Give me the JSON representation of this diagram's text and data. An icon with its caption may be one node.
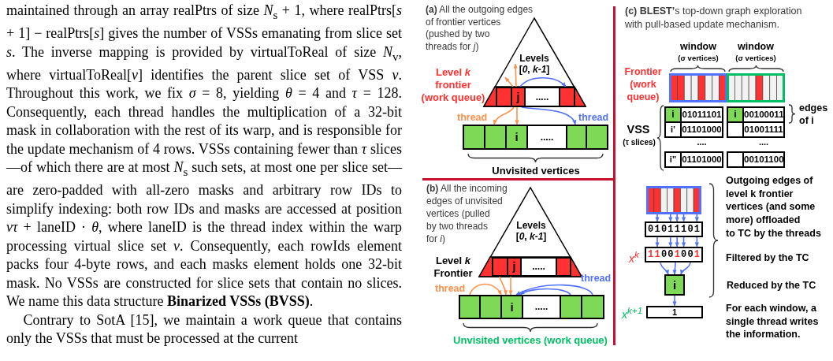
{
  "diagram": {
    "nodes": [
      {
        "text": [
          "Levels [*0*, *k-1*]"
        ]
      },
      {
        "text": [
          "Level *k* frontier (work queue)"
        ],
        "in": 0
      },
      {
        "text": [],
        "shape": "box",
        "in": 1
      },
      {
        "text": [
          "j"
        ],
        "in": 1
      },
      {
        "text": [
          "....."
        ],
        "in": 1
      },
      {
        "text": [],
        "shape": "box",
        "in": 1
      },
      {
        "text": [
          "Unvisited vertices"
        ]
      },
      {
        "text": [],
        "shape": "box",
        "in": 6
      },
      {
        "text": [],
        "shape": "box",
        "in": 6
      },
      {
        "text": [
          "i"
        ],
        "in": 6
      },
      {
        "text": [
          "....."
        ],
        "in": 6
      },
      {
        "text": [],
        "shape": "box",
        "in": 6
      },
      {
        "text": [],
        "shape": "box",
        "in": 6
      },
      {
        "text": [
          "Levels [*0*, *k-1*]"
        ]
      },
      {
        "text": [
          "Level *k* Frontier"
        ],
        "in": 13
      },
      {
        "text": [],
        "shape": "box",
        "in": 14
      },
      {
        "text": [
          "j"
        ],
        "in": 14
      },
      {
        "text": [
          "....."
        ],
        "in": 14
      },
      {
        "text": [],
        "shape": "box",
        "in": 14
      },
      {
        "text": [
          "Unvisited vertices (work queue)"
        ]
      },
      {
        "text": [],
        "shape": "box",
        "in": 19
      },
      {
        "text": [],
        "shape": "box",
        "in": 19
      },
      {
        "text": [
          "i"
        ],
        "in": 19
      },
      {
        "text": [
          "....."
        ],
        "in": 19
      },
      {
        "text": [],
        "shape": "box",
        "in": 19
      },
      {
        "text": [],
        "shape": "box",
        "in": 19
      },
      {
        "text": [
          "window",
          "(σ vertices)"
        ]
      },
      {
        "text": [
          "window",
          "(σ vertices)"
        ]
      },
      {
        "text": [],
        "shape": "box"
      },
      {
        "text": [
          "01011101"
        ]
      },
      {
        "text": [
          "11001001"
        ],
        "beside": [
          "x$^{k}$"
        ]
      },
      {
        "text": [
          "i"
        ]
      },
      {
        "text": [
          "1"
        ],
        "beside": [
          "x$^{k+1}$"
        ]
      }
    ],
    "edges": [
      {
        "from": 3,
        "to": 0,
        "arrow": "to",
        "color": "#ff914d"
      },
      {
        "from": 3,
        "to": 0,
        "arrow": "to",
        "color": "#ff914d"
      },
      {
        "from": 3,
        "to": 5,
        "arrow": "to"
      },
      {
        "from": 3,
        "to": 8,
        "arrow": "to",
        "color": "#ff914d",
        "label": "thread"
      },
      {
        "from": 3,
        "to": 9,
        "arrow": "to",
        "color": "#ff914d"
      },
      {
        "from": 3,
        "to": 11,
        "arrow": "to",
        "label": "thread"
      },
      {
        "from": 20,
        "to": 22,
        "arrow": "to",
        "color": "#ff914d",
        "label": "thread"
      },
      {
        "from": 15,
        "to": 22,
        "arrow": "to",
        "color": "#ff914d"
      },
      {
        "from": 16,
        "to": 22,
        "arrow": "to",
        "color": "#ff914d"
      },
      {
        "from": 24,
        "to": 22,
        "arrow": "to"
      },
      {
        "from": 25,
        "to": 22,
        "arrow": "to",
        "label": "thread"
      },
      {
        "from": 28,
        "to": 29,
        "arrow": "to"
      },
      {
        "from": 28,
        "to": 29,
        "arrow": "to"
      },
      {
        "from": 28,
        "to": 29,
        "arrow": "to"
      },
      {
        "from": 28,
        "to": 29,
        "arrow": "to"
      },
      {
        "from": 28,
        "to": 29,
        "arrow": "to"
      },
      {
        "from": 29,
        "to": 30,
        "arrow": "to"
      },
      {
        "from": 29,
        "to": 30,
        "arrow": "to"
      },
      {
        "from": 29,
        "to": 30,
        "arrow": "to"
      },
      {
        "from": 29,
        "to": 30,
        "arrow": "to"
      },
      {
        "from": 29,
        "to": 30,
        "arrow": "to"
      },
      {
        "from": 30,
        "to": 31,
        "arrow": "to"
      },
      {
        "from": 30,
        "to": 31,
        "arrow": "to"
      },
      {
        "from": 30,
        "to": 31,
        "arrow": "to"
      },
      {
        "from": 31,
        "to": 32,
        "arrow": "to"
      }
    ],
    "labels": [
      "maintained through an array realPtrs of size *N*$_{s}$ + 1, where realPtrs[*s* + 1] − realPtrs[*s*] gives the number of VSSs emanating from slice set *s*. The inverse mapping is provided by virtualToReal of size *N*$_{v}$, where virtualToReal[*v*] identifies the parent slice set of VSS *v*. Throughout this work, we fix *σ* = 8, yielding *θ* = 4 and *τ* = 128. Consequently, each thread handles the multiplication of a 32-bit mask in collaboration with the rest of its warp, and is responsible for the update mechanism of 4 rows. VSSs containing fewer than *τ* slices—of which there are at most *N*$_{s}$ such sets, at most one per slice set—are zero-padded with all-zero masks and arbitrary row IDs to simplify indexing: both row IDs and masks are accessed at position *vτ* + laneID · *θ*, where laneID is the thread index within the warp processing virtual slice set *v*. Consequently, each rowIds element packs four 4-byte rows, and each masks element holds one 32-bit mask. No VSSs are constructed for slice sets that contain no slices. We name this data structure **Binarized VSSs (BVSS)**.",
      "Contrary to SotA [15], we maintain a work queue that contains only the VSSs that must be processed at the current",
      "**(a)** All the outgoing edges of frontier vertices (pushed by two threads for *j*)",
      "**(b)** All the incoming edges of unvisited vertices (pulled by two threads for *i*)",
      "**(c) BLEST’**s top-down graph exploration with pull-based update mechanism.",
      "Frontier (work queue)",
      "VSS",
      "(τ slices)",
      "i",
      "01011101",
      "i",
      "00100011",
      "edges of i",
      "i’",
      "01101000",
      "01001111",
      "....",
      "....",
      "i”",
      "01101000",
      "00101100",
      "Outgoing edges of level k frontier vertices (and some more) offloaded to TC by the threads",
      "Filtered by the TC",
      "Reduced by the TC",
      "For each window, a single thread writes the information."
    ]
  }
}
